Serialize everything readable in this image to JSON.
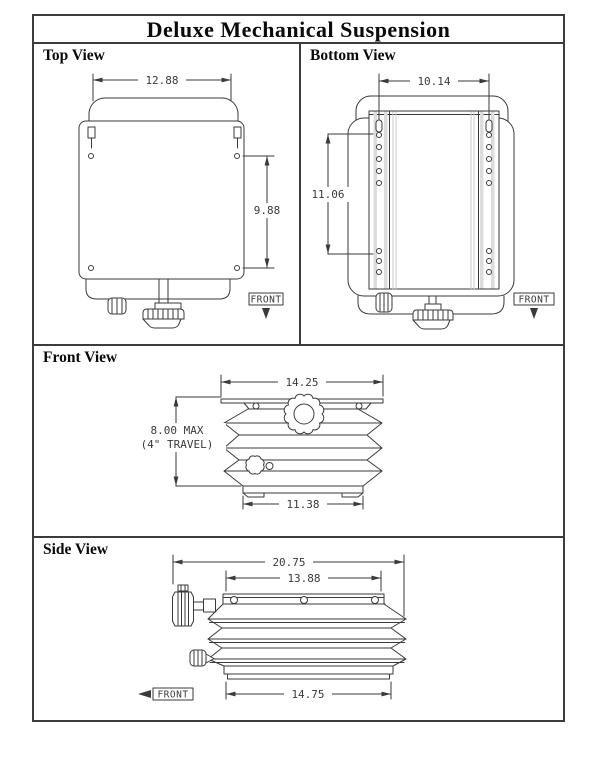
{
  "title": "Deluxe Mechanical Suspension",
  "views": {
    "top": {
      "label": "Top View",
      "width_dim": "12.88",
      "height_dim": "9.88",
      "front_label": "FRONT"
    },
    "bottom": {
      "label": "Bottom View",
      "width_dim": "10.14",
      "height_dim": "11.06",
      "front_label": "FRONT"
    },
    "front": {
      "label": "Front View",
      "width_dim": "14.25",
      "height_line1": "8.00 MAX",
      "height_line2": "(4\" TRAVEL)",
      "base_dim": "11.38"
    },
    "side": {
      "label": "Side View",
      "overall_dim": "20.75",
      "rail_dim": "13.88",
      "base_dim": "14.75",
      "front_label": "FRONT"
    }
  },
  "colors": {
    "line": "#3a3a3a",
    "frame": "#3c3c3c",
    "text": "#3a3a3a"
  }
}
